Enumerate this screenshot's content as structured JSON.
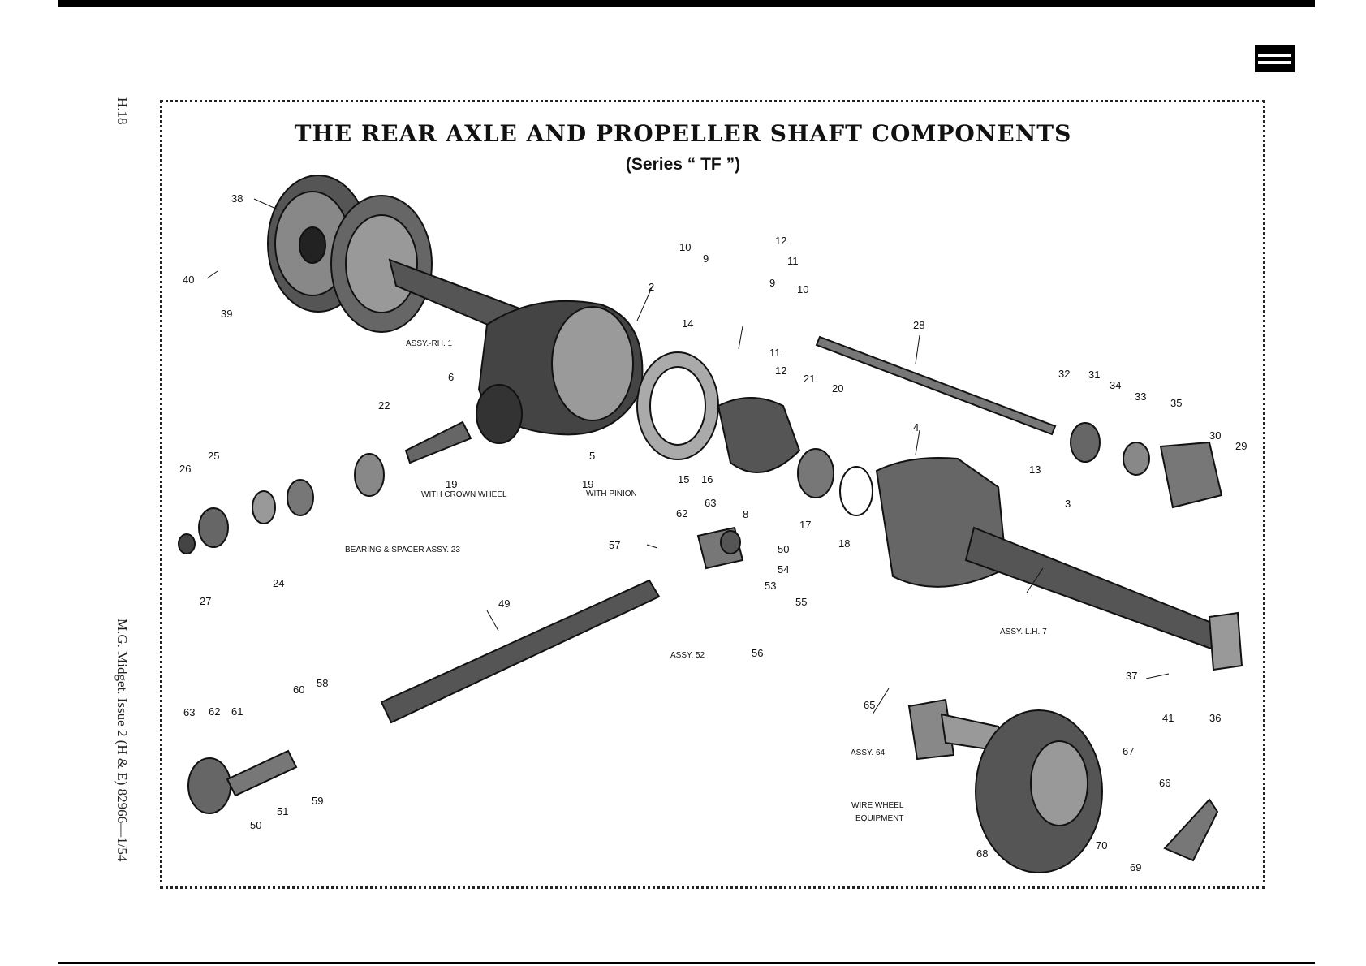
{
  "page": {
    "title": "THE REAR AXLE AND PROPELLER SHAFT COMPONENTS",
    "subtitle": "(Series “ TF ”)",
    "page_ref": "H.18",
    "footer": "M.G. Midget. Issue 2 (H & E) 82966—1/54"
  },
  "callouts": [
    {
      "id": "c38",
      "text": "38"
    },
    {
      "id": "c40",
      "text": "40"
    },
    {
      "id": "c39",
      "text": "39"
    },
    {
      "id": "c2",
      "text": "2"
    },
    {
      "id": "c_assy_rh",
      "text": "ASSY.-RH. 1"
    },
    {
      "id": "c6",
      "text": "6"
    },
    {
      "id": "c22",
      "text": "22"
    },
    {
      "id": "c25",
      "text": "25"
    },
    {
      "id": "c26",
      "text": "26"
    },
    {
      "id": "c27",
      "text": "27"
    },
    {
      "id": "c24",
      "text": "24"
    },
    {
      "id": "c_bearing",
      "text": "BEARING & SPACER ASSY. 23"
    },
    {
      "id": "c19a",
      "text": "19"
    },
    {
      "id": "c_crown",
      "text": "WITH CROWN WHEEL"
    },
    {
      "id": "c19b",
      "text": "19"
    },
    {
      "id": "c_pinion",
      "text": "WITH PINION"
    },
    {
      "id": "c5",
      "text": "5"
    },
    {
      "id": "c10a",
      "text": "10"
    },
    {
      "id": "c9a",
      "text": "9"
    },
    {
      "id": "c12a",
      "text": "12"
    },
    {
      "id": "c11a",
      "text": "11"
    },
    {
      "id": "c9b",
      "text": "9"
    },
    {
      "id": "c10b",
      "text": "10"
    },
    {
      "id": "c14",
      "text": "14"
    },
    {
      "id": "c11b",
      "text": "11"
    },
    {
      "id": "c12b",
      "text": "12"
    },
    {
      "id": "c21",
      "text": "21"
    },
    {
      "id": "c20",
      "text": "20"
    },
    {
      "id": "c28",
      "text": "28"
    },
    {
      "id": "c15",
      "text": "15"
    },
    {
      "id": "c16",
      "text": "16"
    },
    {
      "id": "c8",
      "text": "8"
    },
    {
      "id": "c17",
      "text": "17"
    },
    {
      "id": "c18",
      "text": "18"
    },
    {
      "id": "c4",
      "text": "4"
    },
    {
      "id": "c32",
      "text": "32"
    },
    {
      "id": "c31",
      "text": "31"
    },
    {
      "id": "c34",
      "text": "34"
    },
    {
      "id": "c33",
      "text": "33"
    },
    {
      "id": "c35",
      "text": "35"
    },
    {
      "id": "c30",
      "text": "30"
    },
    {
      "id": "c29",
      "text": "29"
    },
    {
      "id": "c13",
      "text": "13"
    },
    {
      "id": "c3",
      "text": "3"
    },
    {
      "id": "c62a",
      "text": "62"
    },
    {
      "id": "c63a",
      "text": "63"
    },
    {
      "id": "c57",
      "text": "57"
    },
    {
      "id": "c50a",
      "text": "50"
    },
    {
      "id": "c54",
      "text": "54"
    },
    {
      "id": "c53",
      "text": "53"
    },
    {
      "id": "c55",
      "text": "55"
    },
    {
      "id": "c56",
      "text": "56"
    },
    {
      "id": "c_assy52",
      "text": "ASSY. 52"
    },
    {
      "id": "c49",
      "text": "49"
    },
    {
      "id": "c_assy_lh",
      "text": "ASSY. L.H. 7"
    },
    {
      "id": "c37",
      "text": "37"
    },
    {
      "id": "c41",
      "text": "41"
    },
    {
      "id": "c36",
      "text": "36"
    },
    {
      "id": "c65",
      "text": "65"
    },
    {
      "id": "c_assy64",
      "text": "ASSY. 64"
    },
    {
      "id": "c67",
      "text": "67"
    },
    {
      "id": "c66",
      "text": "66"
    },
    {
      "id": "c_wire1",
      "text": "WIRE WHEEL"
    },
    {
      "id": "c_wire2",
      "text": "EQUIPMENT"
    },
    {
      "id": "c68",
      "text": "68"
    },
    {
      "id": "c70",
      "text": "70"
    },
    {
      "id": "c69",
      "text": "69"
    },
    {
      "id": "c63b",
      "text": "63"
    },
    {
      "id": "c62b",
      "text": "62"
    },
    {
      "id": "c61",
      "text": "61"
    },
    {
      "id": "c60",
      "text": "60"
    },
    {
      "id": "c58",
      "text": "58"
    },
    {
      "id": "c59",
      "text": "59"
    },
    {
      "id": "c51",
      "text": "51"
    },
    {
      "id": "c50b",
      "text": "50"
    }
  ]
}
